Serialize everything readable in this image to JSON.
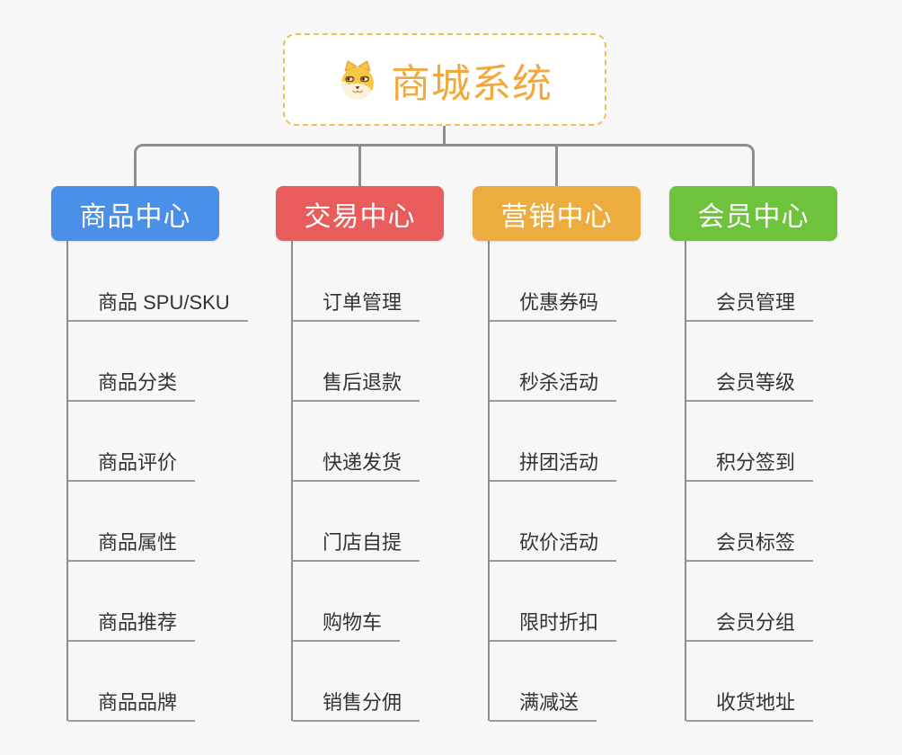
{
  "root": {
    "title": "商城系统",
    "icon": "dog-face-icon"
  },
  "branches": [
    {
      "label": "商品中心",
      "color": "#4A90E8",
      "children": [
        "商品 SPU/SKU",
        "商品分类",
        "商品评价",
        "商品属性",
        "商品推荐",
        "商品品牌"
      ]
    },
    {
      "label": "交易中心",
      "color": "#E85C5C",
      "children": [
        "订单管理",
        "售后退款",
        "快递发货",
        "门店自提",
        "购物车",
        "销售分佣"
      ]
    },
    {
      "label": "营销中心",
      "color": "#EDAD3E",
      "children": [
        "优惠券码",
        "秒杀活动",
        "拼团活动",
        "砍价活动",
        "限时折扣",
        "满减送"
      ]
    },
    {
      "label": "会员中心",
      "color": "#6EC23C",
      "children": [
        "会员管理",
        "会员等级",
        "积分签到",
        "会员标签",
        "会员分组",
        "收货地址"
      ]
    }
  ],
  "colors": {
    "background": "#F7F7F7",
    "connector": "#8E8E8E",
    "leaf_underline": "#9B9B9B",
    "leaf_text": "#333333",
    "root_border": "#F2BE53",
    "root_text": "#F1A93E"
  }
}
